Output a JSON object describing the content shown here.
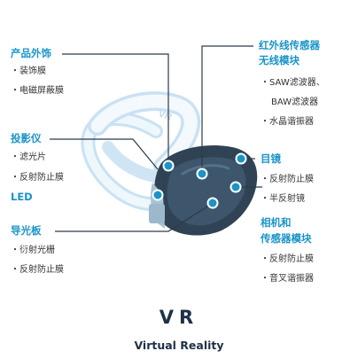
{
  "colors": {
    "label": "#1a94c8",
    "body_dark": "#2f4355",
    "strap": "#dfeff9",
    "dot": "#1a94c8"
  },
  "headset_strap_text": "VR",
  "groups": {
    "product_exterior": {
      "title": "产品外饰",
      "items": [
        "装饰膜",
        "电磁屏蔽膜"
      ]
    },
    "projector": {
      "title": "投影仪",
      "items": [
        "滤光片",
        "反射防止膜"
      ],
      "extra": "LED"
    },
    "light_guide": {
      "title": "导光板",
      "items": [
        "衍射光栅",
        "反射防止膜"
      ]
    },
    "ir_wireless": {
      "title_line1": "红外线传感器",
      "title_line2": "无线模块",
      "items": [
        "SAW滤波器、",
        "BAW滤波器",
        "水晶谐振器"
      ]
    },
    "eyepiece": {
      "title": "目镜",
      "items": [
        "反射防止膜",
        "半反射镜"
      ]
    },
    "camera_sensor": {
      "title_line1": "相机和",
      "title_line2": "传感器模块",
      "items": [
        "反射防止膜",
        "音叉谐振器"
      ]
    }
  },
  "caption": {
    "main": "VR",
    "sub": "Virtual Reality"
  }
}
